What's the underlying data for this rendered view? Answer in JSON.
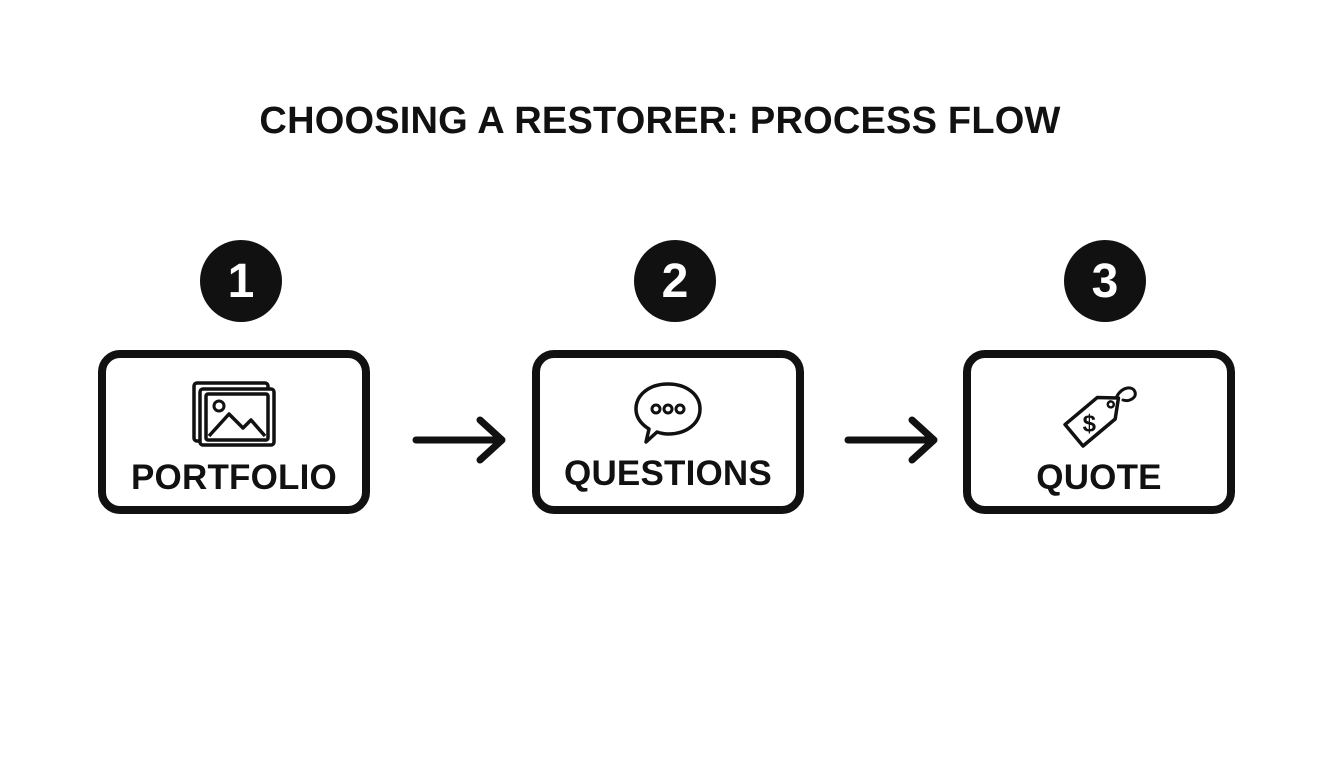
{
  "title": "CHOOSING A RESTORER: PROCESS FLOW",
  "steps": [
    {
      "number": "1",
      "label": "PORTFOLIO",
      "icon": "image-gallery-icon"
    },
    {
      "number": "2",
      "label": "QUESTIONS",
      "icon": "speech-bubble-icon"
    },
    {
      "number": "3",
      "label": "QUOTE",
      "icon": "price-tag-icon"
    }
  ],
  "colors": {
    "ink": "#111111",
    "background": "#ffffff"
  }
}
